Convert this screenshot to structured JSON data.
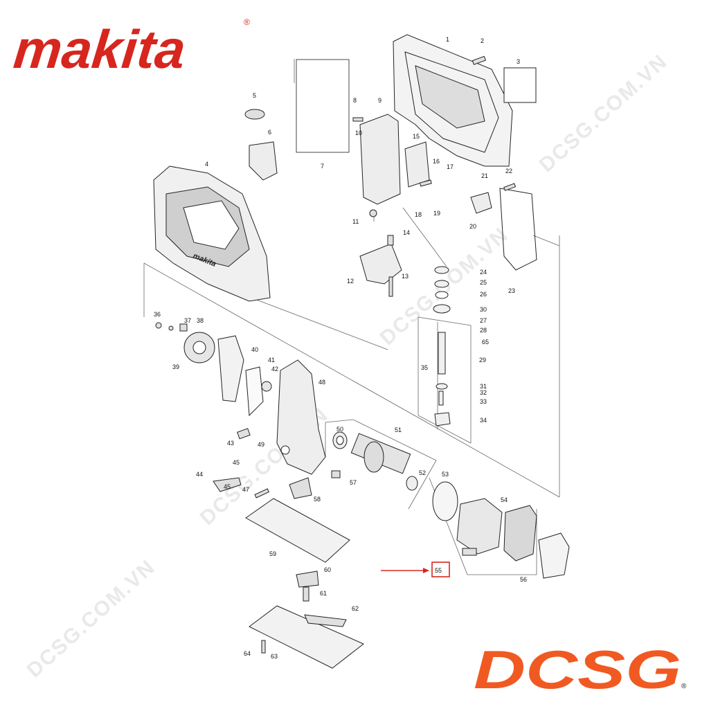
{
  "brand": {
    "logo_text": "makita",
    "registered_mark": "®",
    "color": "#d7261e"
  },
  "dealer": {
    "logo_text": "DCSG",
    "registered_mark": "®",
    "accent": "#f05a22",
    "dark": "#1a1a1a"
  },
  "watermark": {
    "text": "DCSG.COM.VN"
  },
  "diagram": {
    "highlight_color": "#d7261e",
    "highlighted_part": "55",
    "part_numbers": [
      "1",
      "2",
      "3",
      "4",
      "5",
      "6",
      "7",
      "8",
      "9",
      "10",
      "11",
      "12",
      "13",
      "14",
      "15",
      "16",
      "17",
      "18",
      "19",
      "20",
      "21",
      "22",
      "23",
      "24",
      "25",
      "26",
      "27",
      "28",
      "29",
      "30",
      "31",
      "32",
      "33",
      "34",
      "35",
      "36",
      "37",
      "38",
      "39",
      "40",
      "41",
      "42",
      "43",
      "44",
      "45",
      "45",
      "47",
      "48",
      "49",
      "50",
      "51",
      "52",
      "53",
      "54",
      "55",
      "56",
      "57",
      "58",
      "59",
      "60",
      "61",
      "62",
      "63",
      "64",
      "65"
    ]
  }
}
